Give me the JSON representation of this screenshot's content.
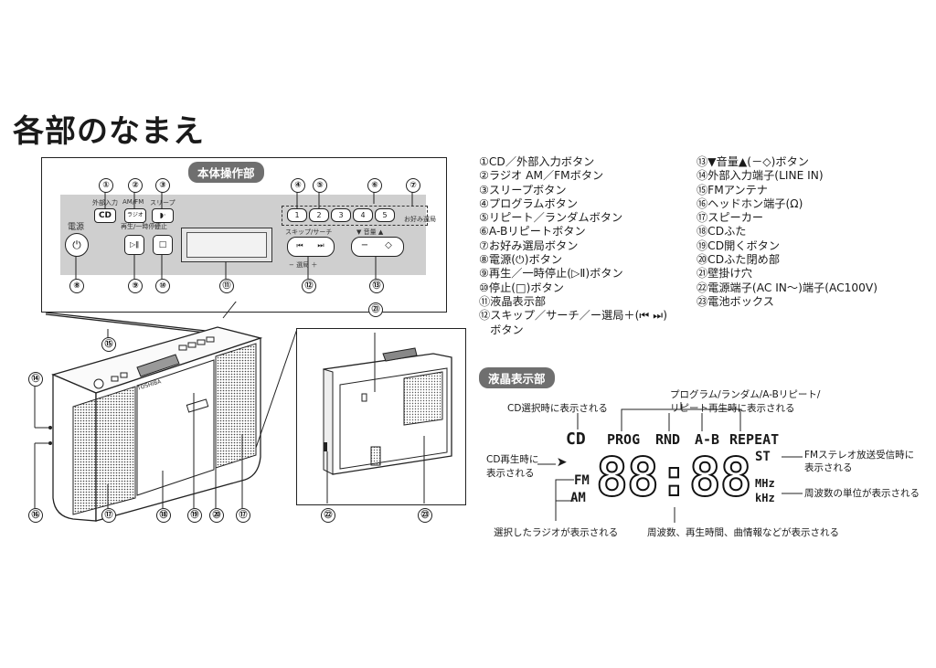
{
  "title": "各部のなまえ",
  "panel": {
    "section_label": "本体操作部",
    "callouts": [
      "①",
      "②",
      "③",
      "④",
      "⑤",
      "⑥",
      "⑦",
      "⑧",
      "⑨",
      "⑩",
      "⑪",
      "⑫",
      "⑬"
    ],
    "btn_cd": "CD",
    "lbl_cd": "外部入力",
    "lbl_radio": "AM/FM",
    "btn_radio": "ラジオ",
    "lbl_sleep": "スリープ",
    "lbl_power": "電源",
    "lbl_play": "再生/一時停止",
    "lbl_stop": "停止",
    "lbl_skip": "スキップ/サーチ",
    "lbl_tuning": "− 選局 ＋",
    "lbl_volume": "▼ 音量 ▲",
    "lbl_preset": "お好み選局",
    "presets": [
      "1",
      "2",
      "3",
      "4",
      "5"
    ]
  },
  "unit_callouts": [
    "⑭",
    "⑮",
    "⑯",
    "⑰",
    "⑱",
    "⑲",
    "⑳",
    "⑰"
  ],
  "back_callouts": [
    "㉑",
    "㉒",
    "㉓"
  ],
  "brand": "TOSHIBA",
  "parts_list_col1": [
    "①CD／外部入力ボタン",
    "②ラジオ AM／FMボタン",
    "③スリープボタン",
    "④プログラムボタン",
    "⑤リピート／ランダムボタン",
    "⑥A-Bリピートボタン",
    "⑦お好み選局ボタン",
    "⑧電源(⏻)ボタン",
    "⑨再生／一時停止(▷Ⅱ)ボタン",
    "⑩停止(□)ボタン",
    "⑪液晶表示部",
    "⑫スキップ／サーチ／ー選局＋(⏮ ⏭)",
    "　ボタン"
  ],
  "parts_list_col2": [
    "⑬▼音量▲(－◇)ボタン",
    "⑭外部入力端子(LINE IN)",
    "⑮FMアンテナ",
    "⑯ヘッドホン端子(Ω)",
    "⑰スピーカー",
    "⑱CDふた",
    "⑲CD開くボタン",
    "⑳CDふた閉め部",
    "㉑壁掛け穴",
    "㉒電源端子(AC IN～)端子(AC100V)",
    "㉓電池ボックス"
  ],
  "lcd": {
    "section_label": "液晶表示部",
    "ann_cd_select": "CD選択時に表示される",
    "ann_prog_top": "プログラム/ランダム/A-Bリピート/",
    "ann_prog_bottom": "リピート再生時に表示される",
    "ann_cd_play_1": "CD再生時に",
    "ann_cd_play_2": "表示される",
    "ann_st_1": "FMステレオ放送受信時に",
    "ann_st_2": "表示される",
    "ann_unit": "周波数の単位が表示される",
    "ann_radio": "選択したラジオが表示される",
    "ann_freq": "周波数、再生時間、曲情報などが表示される",
    "ind_cd": "CD",
    "ind_prog": "PROG",
    "ind_rnd": "RND",
    "ind_ab": "A-B",
    "ind_repeat": "REPEAT",
    "ind_st": "ST",
    "ind_fm": "FM",
    "ind_am": "AM",
    "ind_mhz": "MHz",
    "ind_khz": "kHz",
    "digits": "88:88"
  }
}
